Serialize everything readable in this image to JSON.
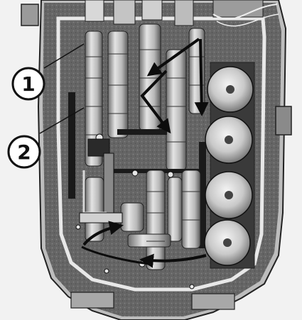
{
  "figure": {
    "callouts": [
      {
        "id": "1",
        "label": "1"
      },
      {
        "id": "2",
        "label": "2"
      }
    ]
  },
  "colors": {
    "ink": "#111111",
    "paper": "#f2f2f2",
    "housing": "#4a4a4a",
    "metal_light": "#cfcfcf",
    "metal_mid": "#9a9a9a",
    "arrow": "#0c0c0c"
  },
  "icons": {
    "callout": "circled-number",
    "flow": "arrow"
  }
}
